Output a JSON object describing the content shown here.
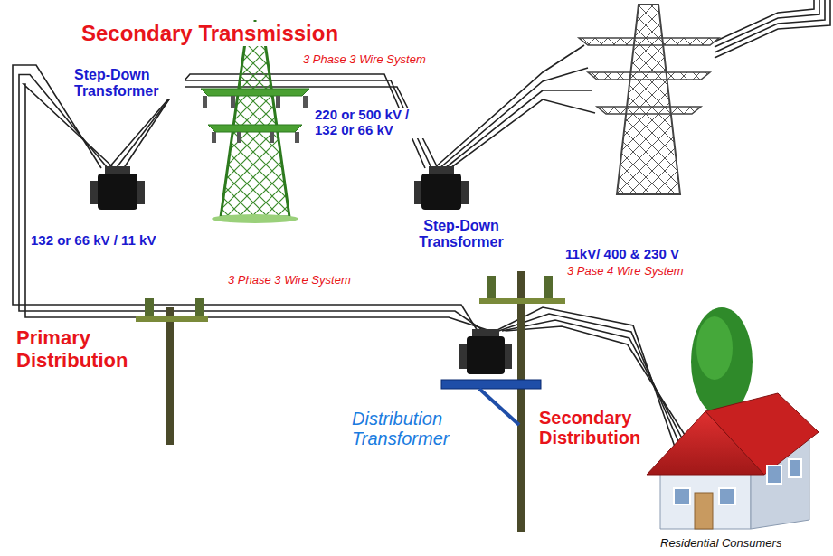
{
  "diagram": {
    "labels": [
      "Secondary Transmission",
      "3 Phase 3 Wire System",
      "Step-Down Transformer",
      "220 or 500 kV / 132 0r 66 kV",
      "132 or 66 kV / 11 kV",
      "Step-Down Transformer",
      "11kV/ 400 & 230 V",
      "3 Pase 4 Wire System",
      "3 Phase 3 Wire System",
      "Primary Distribution",
      "Distribution Transformer",
      "Secondary Distribution",
      "Residential Consumers"
    ]
  }
}
